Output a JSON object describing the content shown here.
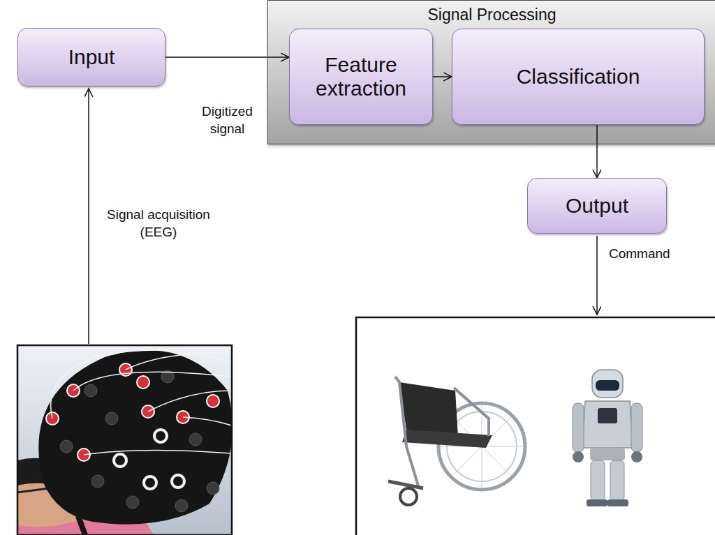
{
  "diagram": {
    "nodes": [
      {
        "text": [
          "Input"
        ]
      },
      {
        "text": [
          "Signal Processing"
        ]
      },
      {
        "text": [
          "Feature extraction"
        ],
        "in": 1
      },
      {
        "text": [
          "Classification"
        ],
        "in": 1
      },
      {
        "text": [
          "Output"
        ]
      }
    ],
    "edges": [
      {
        "from": 0,
        "to": 2,
        "arrow": "to",
        "label": "Digitized signal"
      },
      {
        "from": 2,
        "to": 3,
        "arrow": "to"
      },
      {
        "from": 3,
        "to": 4,
        "arrow": "to"
      }
    ],
    "labels": [
      "Signal acquisition (EEG)",
      "Command"
    ]
  }
}
